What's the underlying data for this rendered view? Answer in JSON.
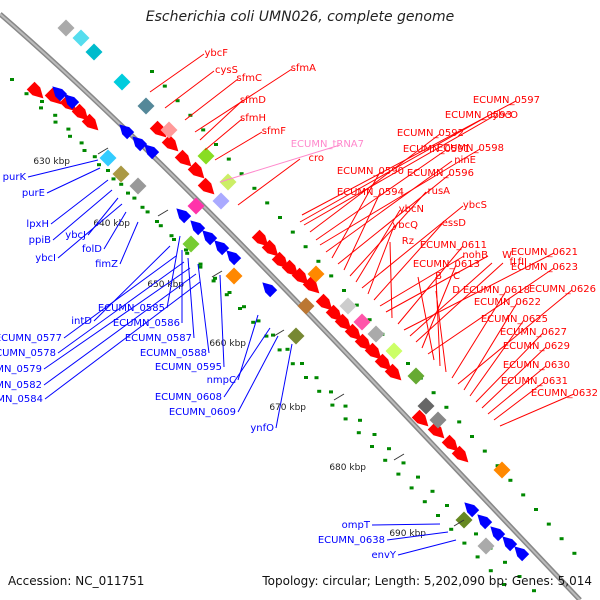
{
  "title": "Escherichia coli UMN026, complete genome",
  "footer": {
    "accession": "Accession: NC_011751",
    "summary": "Topology: circular; Length: 5,202,090 bp; Genes: 5,014"
  },
  "colors": {
    "forward": "#ff0000",
    "reverse": "#0000ff",
    "trna": "#ff88cc",
    "backbone": "#888888",
    "gc_dots": "#008800"
  },
  "ticks": [
    "630 kbp",
    "640 kbp",
    "650 kbp",
    "660 kbp",
    "670 kbp",
    "680 kbp",
    "690 kbp"
  ],
  "forward_genes": [
    "ybcF",
    "cysS",
    "sfmC",
    "sfmA",
    "sfmD",
    "sfmH",
    "sfmF",
    "ECUMN_tRNA7",
    "cro",
    "ECUMN_0597",
    "ECUMN_0593",
    "ybcO",
    "ECUMN_0592",
    "ECUMN_0591",
    "ECUMN_0598",
    "ninE",
    "ECUMN_0590",
    "ECUMN_0596",
    "ECUMN_0594",
    "rusA",
    "ybcN",
    "ybcS",
    "ybcQ",
    "essD",
    "nohB",
    "W",
    "Rz",
    "ECUMN_0611",
    "ECUMN_0621",
    "fI",
    "fII",
    "ECUMN_0613",
    "ECUMN_0623",
    "B",
    "C",
    "D",
    "ECUMN_0618",
    "ECUMN_0626",
    "ECUMN_0622",
    "ECUMN_0625",
    "ECUMN_0627",
    "ECUMN_0629",
    "ECUMN_0630",
    "ECUMN_0631",
    "ECUMN_0632"
  ],
  "reverse_genes": [
    "purK",
    "purE",
    "lpxH",
    "ppiB",
    "ybcJ",
    "ybcI",
    "folD",
    "fimZ",
    "ECUMN_0585",
    "intD",
    "ECUMN_0586",
    "ECUMN_0577",
    "ECUMN_0587",
    "ECUMN_0578",
    "ECUMN_0588",
    "ECUMN_0579",
    "ECUMN_0595",
    "ECUMN_0582",
    "ECUMN_0584",
    "nmpC",
    "ECUMN_0608",
    "ECUMN_0609",
    "ynfO",
    "ompT",
    "ECUMN_0638",
    "envY"
  ]
}
